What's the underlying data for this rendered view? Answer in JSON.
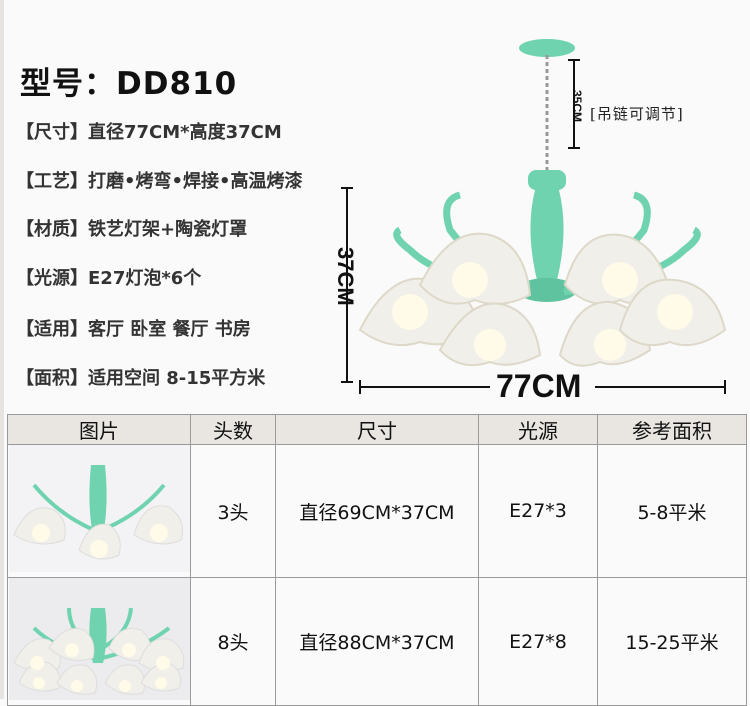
{
  "product": {
    "model_title": "型号：DD810",
    "specs": [
      {
        "key": "【尺寸】",
        "value": "直径77CM*高度37CM"
      },
      {
        "key": "【工艺】",
        "value": "打磨•烤弯•焊接•高温烤漆"
      },
      {
        "key": "【材质】",
        "value": "铁艺灯架+陶瓷灯罩"
      },
      {
        "key": "【光源】",
        "value": "E27灯泡*6个"
      },
      {
        "key": "【适用】",
        "value": "客厅 卧室 餐厅 书房"
      },
      {
        "key": "【面积】",
        "value": "适用空间 8-15平方米"
      }
    ]
  },
  "dimensions": {
    "chain_length": "35CM",
    "chain_note": "[吊链可调节]",
    "height": "37CM",
    "width": "77CM"
  },
  "table": {
    "headers": [
      "图片",
      "头数",
      "尺寸",
      "光源",
      "参考面积"
    ],
    "rows": [
      {
        "heads": "3头",
        "size": "直径69CM*37CM",
        "light": "E27*3",
        "area": "5-8平米"
      },
      {
        "heads": "8头",
        "size": "直径88CM*37CM",
        "light": "E27*8",
        "area": "15-25平米"
      }
    ]
  },
  "colors": {
    "frame": "#6fd3b0",
    "shade": "#f0efea",
    "header_bg": "#e9e6e2"
  }
}
